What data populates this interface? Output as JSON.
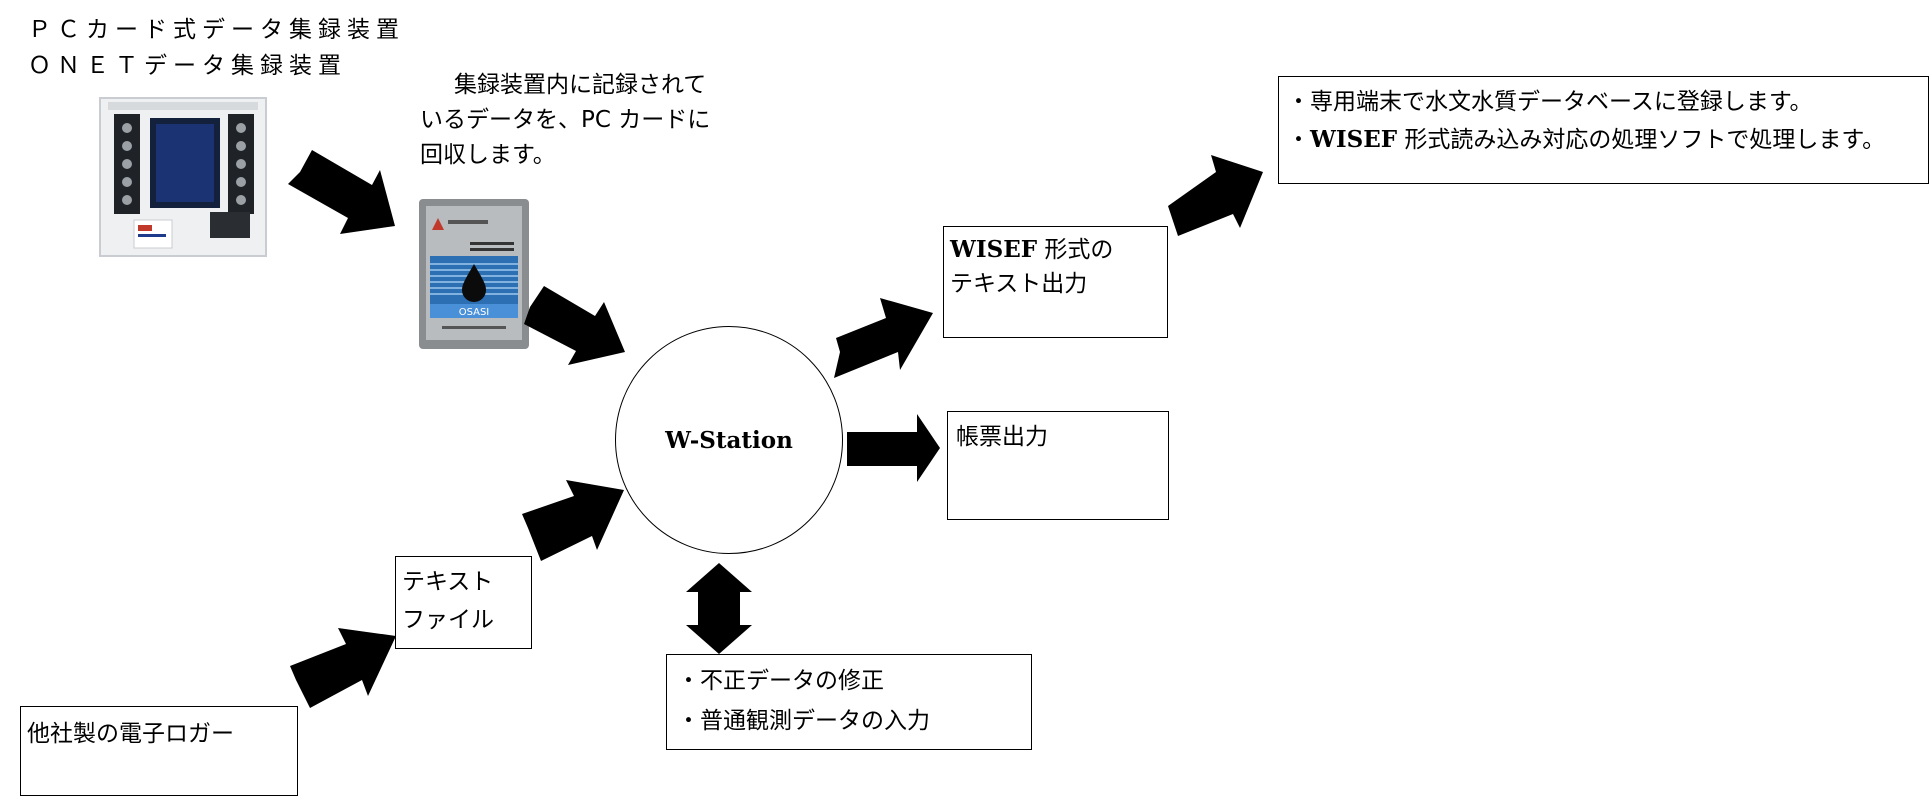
{
  "header": {
    "line1": "ＰＣカード式データ集録装置",
    "line2": "ＯＮＥＴデータ集録装置"
  },
  "description": {
    "line1": "集録装置内に記録されて",
    "line2": "いるデータを、PC カードに",
    "line3": "回収します。"
  },
  "output_info": {
    "line1": "・専用端末で水文水質データベースに登録します。",
    "line2_bold": "WISEF",
    "line2_rest": " 形式読み込み対応の処理ソフトで処理します。",
    "line2_bullet": "・"
  },
  "wisef_box": {
    "line1_bold": "WISEF",
    "line1_rest": " 形式の",
    "line2": "テキスト出力"
  },
  "report_box": {
    "label": "帳票出力"
  },
  "center": {
    "label": "W-Station"
  },
  "text_file_box": {
    "line1": "テキスト",
    "line2": "ファイル"
  },
  "edit_box": {
    "line1": "・不正データの修正",
    "line2": "・普通観測データの入力"
  },
  "logger_box": {
    "label": "他社製の電子ロガー"
  },
  "pc_card": {
    "brand": "OSASI"
  }
}
